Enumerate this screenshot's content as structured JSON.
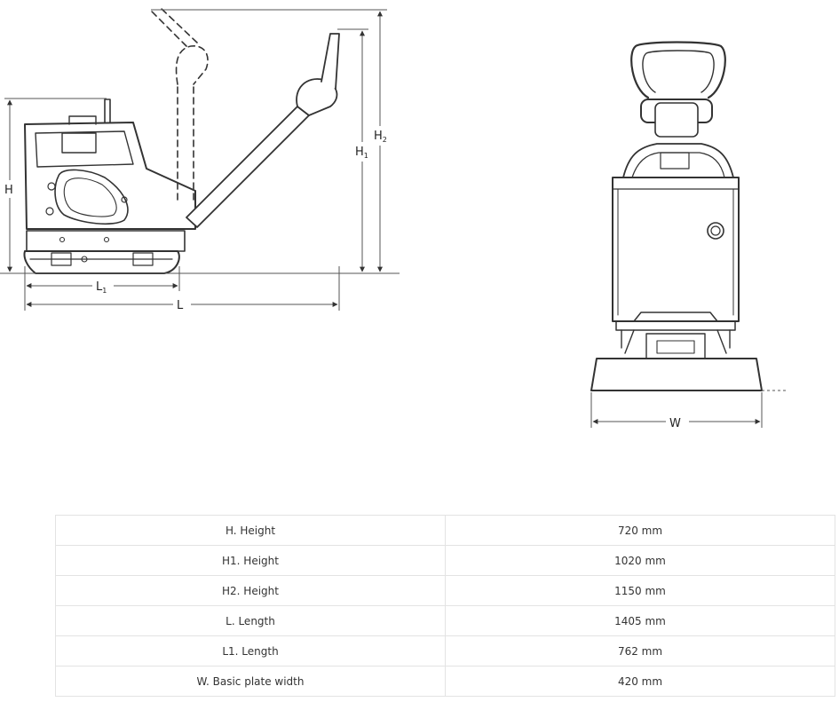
{
  "diagram": {
    "side_view": {
      "labels": {
        "h": "H",
        "h1_main": "H",
        "h1_sub": "1",
        "h2_main": "H",
        "h2_sub": "2",
        "l": "L",
        "l1_main": "L",
        "l1_sub": "1"
      }
    },
    "front_view": {
      "labels": {
        "w": "W"
      }
    }
  },
  "specs": {
    "rows": [
      {
        "parameter": "H. Height",
        "value": "720 mm"
      },
      {
        "parameter": "H1. Height",
        "value": "1020 mm"
      },
      {
        "parameter": "H2. Height",
        "value": "1150 mm"
      },
      {
        "parameter": "L. Length",
        "value": "1405 mm"
      },
      {
        "parameter": "L1. Length",
        "value": "762 mm"
      },
      {
        "parameter": "W. Basic plate width",
        "value": "420 mm"
      }
    ]
  },
  "colors": {
    "line": "#333333",
    "dim_line": "#555555",
    "table_border": "#e3e3e3",
    "text": "#333333"
  }
}
